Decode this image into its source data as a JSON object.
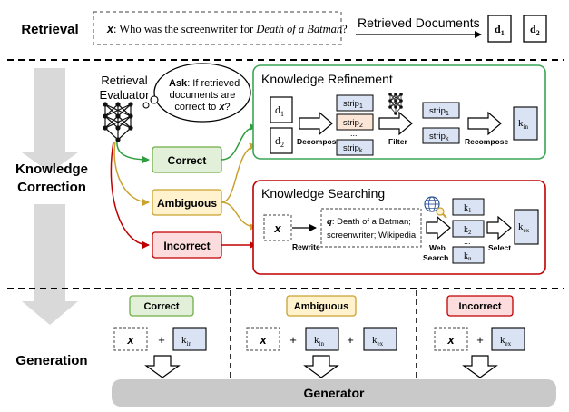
{
  "stages": {
    "retrieval": "Retrieval",
    "correction_line1": "Knowledge",
    "correction_line2": "Correction",
    "generation": "Generation"
  },
  "query": {
    "symbol": "x",
    "text_prefix": ": Who was the screenwriter for ",
    "text_italic": "Death of a Batman",
    "text_suffix": "?"
  },
  "retrieved": {
    "label": "Retrieved Documents",
    "doc1": "d",
    "doc1_sub": "1",
    "doc2": "d",
    "doc2_sub": "2"
  },
  "evaluator": {
    "label_line1": "Retrieval",
    "label_line2": "Evaluator",
    "ask_bold": "Ask",
    "ask_line1": ": If retrieved",
    "ask_line2": "documents are",
    "ask_line3": "correct to ",
    "ask_x": "x",
    "ask_q": "?"
  },
  "judgments": {
    "correct": "Correct",
    "ambiguous": "Ambiguous",
    "incorrect": "Incorrect"
  },
  "refinement": {
    "title": "Knowledge Refinement",
    "d1": "d",
    "d1_sub": "1",
    "d2": "d",
    "d2_sub": "2",
    "decompose": "Decompose",
    "strip": "strip",
    "strip1_sub": "1",
    "strip2_sub": "2",
    "stripk_sub": "k",
    "dots": "...",
    "filter": "Filter",
    "recompose": "Recompose",
    "kin": "k",
    "kin_sub": "in"
  },
  "searching": {
    "title": "Knowledge Searching",
    "x": "x",
    "rewrite": "Rewrite",
    "q_label": "q",
    "q_line1": ": Death of a Batman;",
    "q_line2": "screenwriter; Wikipedia",
    "web_line1": "Web",
    "web_line2": "Search",
    "k": "k",
    "k1_sub": "1",
    "k2_sub": "2",
    "kn_sub": "n",
    "dots": "...",
    "select": "Select",
    "kex": "k",
    "kex_sub": "ex"
  },
  "generation": {
    "correct_label": "Correct",
    "ambiguous_label": "Ambiguous",
    "incorrect_label": "Incorrect",
    "x": "x",
    "plus": "+",
    "k": "k",
    "kin_sub": "in",
    "kex_sub": "ex",
    "generator": "Generator"
  },
  "colors": {
    "correct_fill": "#e2efd9",
    "correct_stroke": "#70ad47",
    "ambiguous_fill": "#fff2cc",
    "ambiguous_stroke": "#c9a22f",
    "incorrect_fill": "#fcdcdc",
    "incorrect_stroke": "#c00000",
    "doc_fill": "#dae3f3",
    "strip_highlight": "#fbe5d6",
    "generator_fill": "#c9c9c9",
    "stage_arrow": "#d9d9d9"
  }
}
